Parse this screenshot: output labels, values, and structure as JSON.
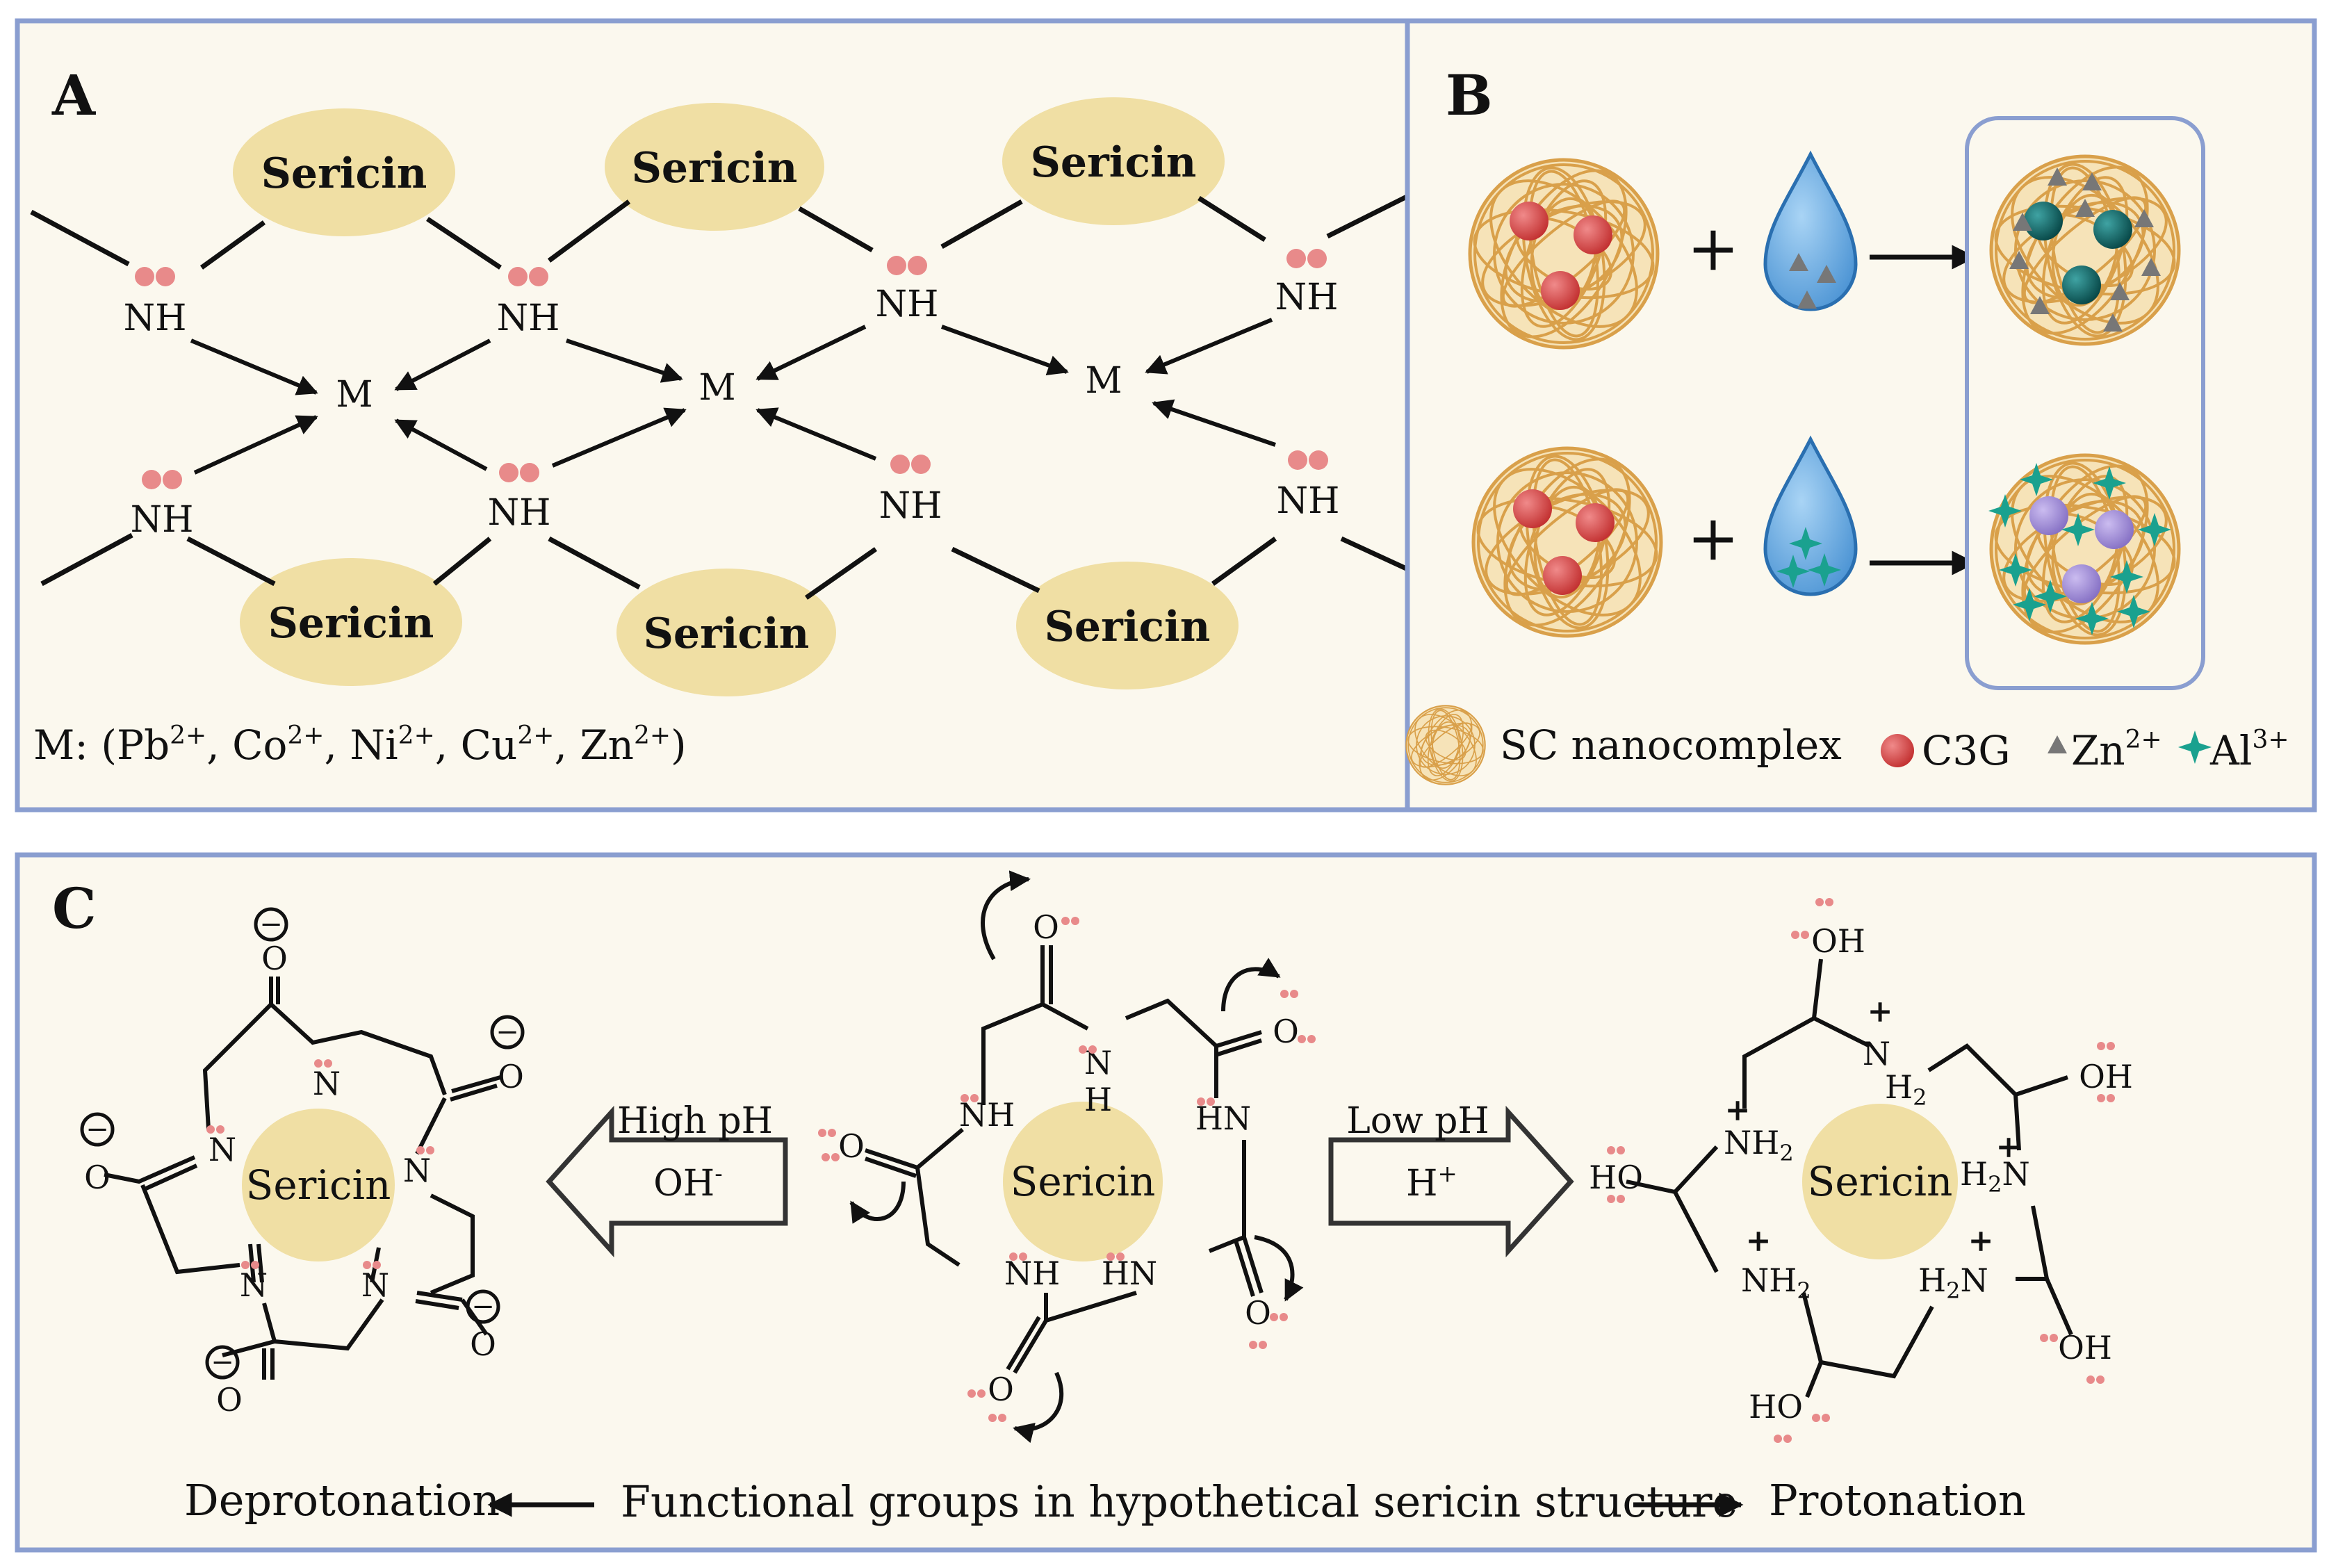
{
  "panels": {
    "a": {
      "label": "A",
      "sericin_label": "Sericin",
      "nh_label": "NH",
      "metal_label": "M",
      "metal_list_prefix": "M: (",
      "metal_ions": [
        {
          "el": "Pb",
          "ch": "2+"
        },
        {
          "el": "Co",
          "ch": "2+"
        },
        {
          "el": "Ni",
          "ch": "2+"
        },
        {
          "el": "Cu",
          "ch": "2+"
        },
        {
          "el": "Zn",
          "ch": "2+"
        }
      ],
      "metal_list_suffix": ")"
    },
    "b": {
      "label": "B",
      "plus": "+",
      "legend": {
        "sc": "SC nanocomplex",
        "c3g": "C3G",
        "zn": "Zn",
        "zn_charge": "2+",
        "al": "Al",
        "al_charge": "3+"
      }
    },
    "c": {
      "label": "C",
      "sericin_label": "Sericin",
      "high_ph": "High pH",
      "oh_minus": "OH",
      "minus_sup": "-",
      "low_ph": "Low pH",
      "h_plus": "H",
      "plus_sup": "+",
      "deprotonation": "Deprotonation",
      "functional_groups": "Functional groups in hypothetical sericin structure",
      "protonation": "Protonation",
      "atoms": {
        "O": "O",
        "N": "N",
        "NH": "NH",
        "HN": "HN",
        "H": "H",
        "OH": "OH",
        "HO": "HO",
        "NH2": "NH",
        "H2N": "H",
        "H2": "H",
        "sub2": "2",
        "N_plain": "N",
        "minus_circle": "−",
        "plus": "+"
      }
    }
  },
  "colors": {
    "border": "#8a9ed0",
    "panel_bg": "#fbf8ee",
    "sericin": "#f0dfa4",
    "lone_pair": "#e88a8a",
    "c3g": "#d94848",
    "zn_ion": "#707070",
    "al_ion": "#1aa18f",
    "teal_sphere": "#0f6b6b",
    "purple_sphere": "#a48fd6",
    "droplet": "#6aaee0",
    "nano": "#e0b060"
  }
}
